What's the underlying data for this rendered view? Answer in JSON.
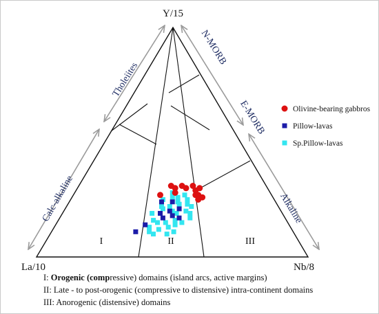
{
  "chart_data": {
    "type": "scatter",
    "subtype": "ternary",
    "title": "",
    "vertices": {
      "top": "Y/15",
      "left": "La/10",
      "right": "Nb/8"
    },
    "side_labels": {
      "tholeiites": "Tholeiites",
      "calc_alkaline": "Calc-alkaline",
      "nmorb": "N-MORB",
      "emorb": "E-MORB",
      "alkaline": "Alkaline"
    },
    "field_labels": {
      "I": "I",
      "II": "II",
      "III": "III"
    },
    "legend_position": "right",
    "series": [
      {
        "name": "Olivine-bearing gabbros",
        "marker": "circle",
        "color": "#dd1111",
        "points": [
          [
            0.34,
            0.31
          ],
          [
            0.36,
            0.3
          ],
          [
            0.38,
            0.31
          ],
          [
            0.4,
            0.3
          ],
          [
            0.42,
            0.31
          ],
          [
            0.44,
            0.29
          ],
          [
            0.45,
            0.27
          ],
          [
            0.46,
            0.27
          ],
          [
            0.47,
            0.25
          ],
          [
            0.48,
            0.26
          ],
          [
            0.32,
            0.27
          ],
          [
            0.37,
            0.28
          ],
          [
            0.45,
            0.3
          ]
        ]
      },
      {
        "name": "Pillow-lavas",
        "marker": "square",
        "color": "#1c1ca8",
        "points": [
          [
            0.34,
            0.24
          ],
          [
            0.38,
            0.24
          ],
          [
            0.39,
            0.2
          ],
          [
            0.41,
            0.18
          ],
          [
            0.33,
            0.14
          ],
          [
            0.31,
            0.11
          ],
          [
            0.38,
            0.17
          ],
          [
            0.42,
            0.21
          ],
          [
            0.44,
            0.17
          ],
          [
            0.36,
            0.19
          ]
        ]
      },
      {
        "name": "Sp.Pillow-lavas",
        "marker": "square",
        "color": "#33e6f0",
        "points": [
          [
            0.36,
            0.28
          ],
          [
            0.37,
            0.26
          ],
          [
            0.39,
            0.26
          ],
          [
            0.4,
            0.24
          ],
          [
            0.41,
            0.23
          ],
          [
            0.43,
            0.25
          ],
          [
            0.44,
            0.23
          ],
          [
            0.46,
            0.22
          ],
          [
            0.45,
            0.2
          ],
          [
            0.47,
            0.19
          ],
          [
            0.35,
            0.22
          ],
          [
            0.36,
            0.21
          ],
          [
            0.38,
            0.22
          ],
          [
            0.4,
            0.2
          ],
          [
            0.42,
            0.19
          ],
          [
            0.43,
            0.16
          ],
          [
            0.44,
            0.14
          ],
          [
            0.46,
            0.15
          ],
          [
            0.37,
            0.15
          ],
          [
            0.35,
            0.16
          ],
          [
            0.33,
            0.19
          ],
          [
            0.34,
            0.25
          ],
          [
            0.4,
            0.15
          ],
          [
            0.42,
            0.13
          ],
          [
            0.39,
            0.12
          ],
          [
            0.36,
            0.11
          ],
          [
            0.48,
            0.17
          ],
          [
            0.41,
            0.27
          ],
          [
            0.45,
            0.11
          ],
          [
            0.43,
            0.1
          ],
          [
            0.38,
            0.1
          ],
          [
            0.35,
            0.13
          ]
        ]
      }
    ]
  },
  "notes": [
    {
      "parts": [
        {
          "t": "I",
          "b": false
        },
        {
          "t": ": ",
          "b": false
        },
        {
          "t": "Orogenic (comp",
          "b": true
        },
        {
          "t": "ressive) domains (island arcs, active margins)",
          "b": false
        }
      ]
    },
    {
      "parts": [
        {
          "t": "II: Late - to post-orogenic (compressive to distensive) intra-continent domains",
          "b": false
        }
      ]
    },
    {
      "parts": [
        {
          "t": "III: Anorogenic (distensive) domains",
          "b": false
        }
      ]
    }
  ]
}
